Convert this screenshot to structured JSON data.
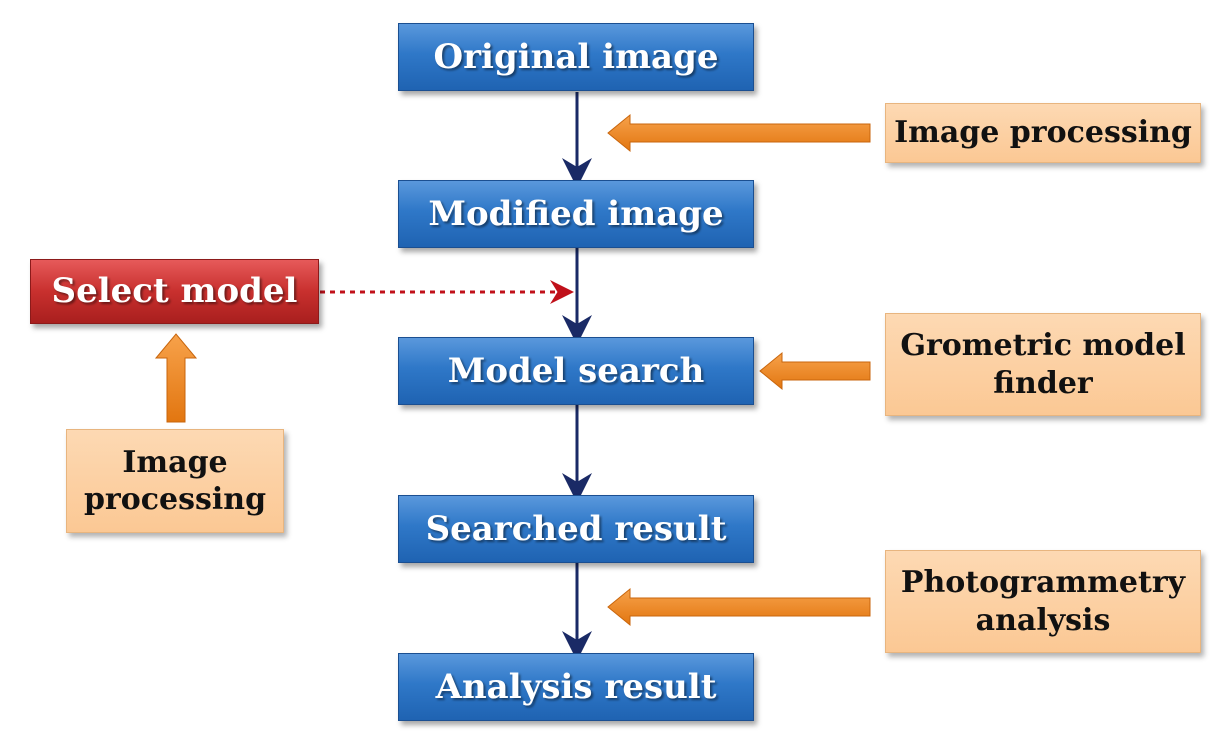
{
  "flow": {
    "steps": [
      {
        "label": "Original image"
      },
      {
        "label": "Modified image"
      },
      {
        "label": "Model search"
      },
      {
        "label": "Searched result"
      },
      {
        "label": "Analysis result"
      }
    ]
  },
  "side_inputs": {
    "image_processing_right": {
      "line1": "Image processing"
    },
    "geometric_model_finder": {
      "line1": "Grometric model",
      "line2": "finder"
    },
    "photogrammetry_analysis": {
      "line1": "Photogrammetry",
      "line2": "analysis"
    }
  },
  "left_branch": {
    "select_model": {
      "label": "Select model"
    },
    "image_processing_left": {
      "line1": "Image",
      "line2": "processing"
    }
  },
  "colors": {
    "step_fill": "#2f78c8",
    "input_fill": "#fbc894",
    "select_fill": "#c8302e",
    "flow_arrow": "#1a2a66",
    "input_arrow": "#e8801c",
    "dotted_arrow": "#c0101a"
  }
}
